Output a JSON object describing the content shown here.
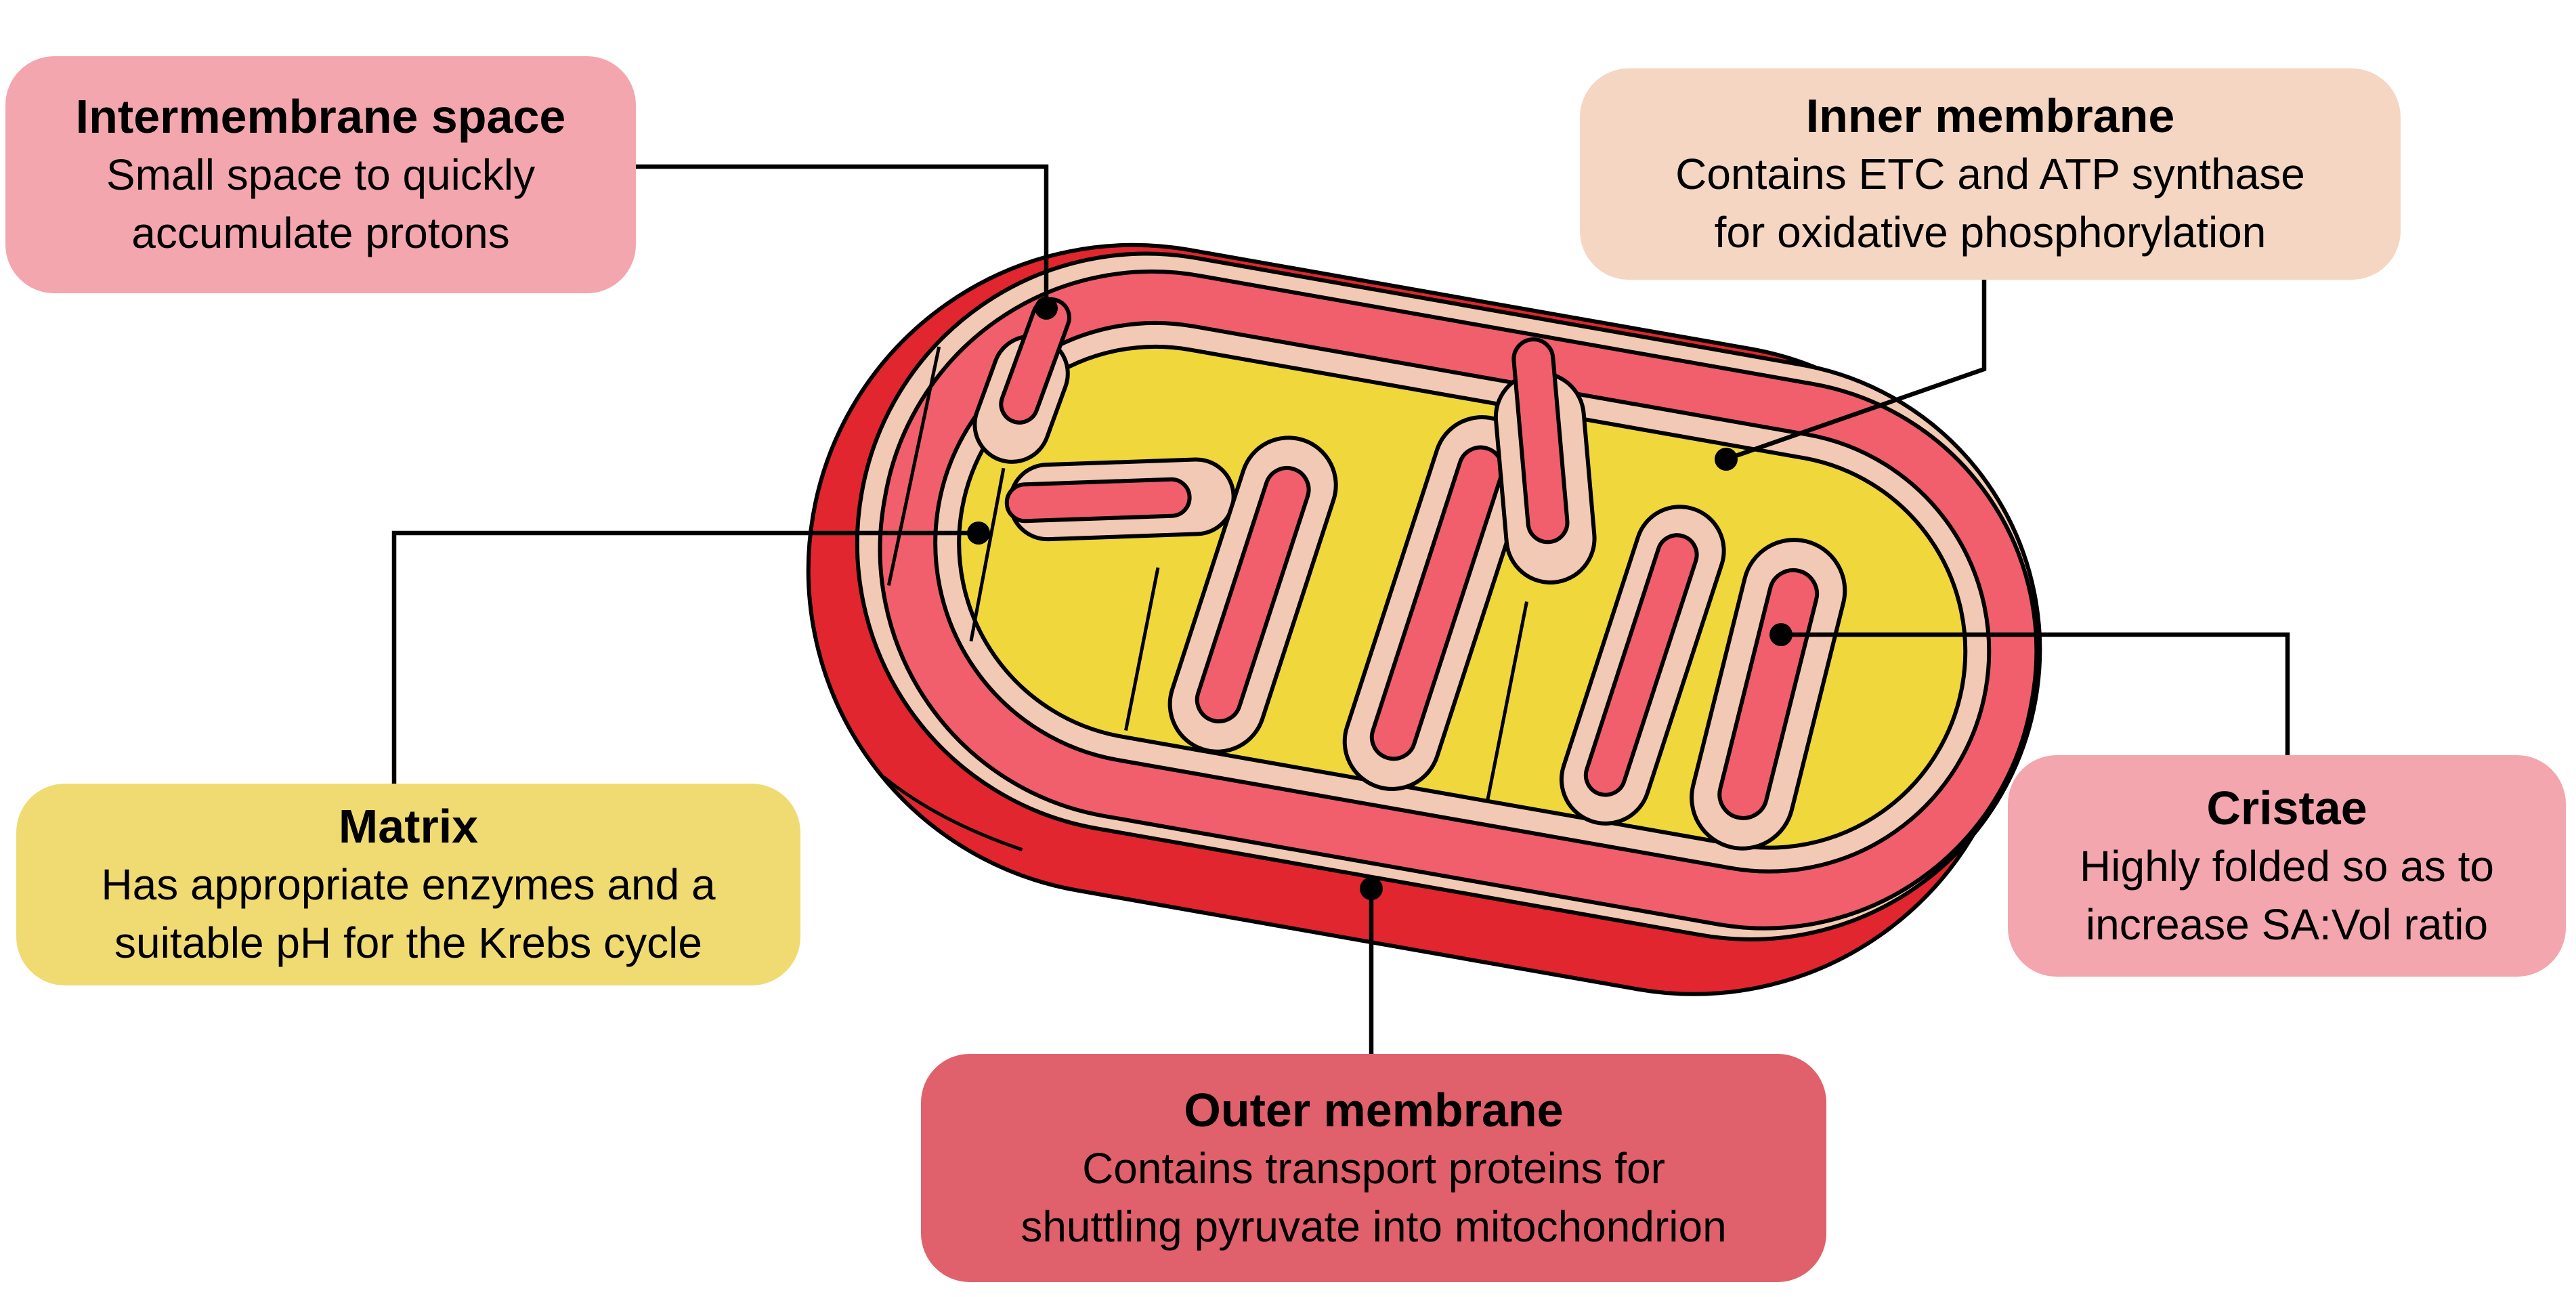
{
  "labels": {
    "intermembrane": {
      "title": "Intermembrane space",
      "line1": "Small space to quickly",
      "line2": "accumulate protons",
      "box_color": "#F3A6AE"
    },
    "inner_membrane": {
      "title": "Inner membrane",
      "line1": "Contains ETC and ATP synthase",
      "line2": "for oxidative phosphorylation",
      "box_color": "#F4D6C3"
    },
    "matrix": {
      "title": "Matrix",
      "line1": "Has appropriate enzymes and a",
      "line2": "suitable pH for the Krebs cycle",
      "box_color": "#EFDB72"
    },
    "cristae": {
      "title": "Cristae",
      "line1": "Highly folded so as to",
      "line2": "increase SA:Vol ratio",
      "box_color": "#F3A6AE"
    },
    "outer_membrane": {
      "title": "Outer membrane",
      "line1": "Contains transport proteins for",
      "line2": "shuttling pyruvate into mitochondrion",
      "box_color": "#E0616B"
    }
  },
  "illustration": {
    "outer_membrane_color": "#E2262F",
    "intermembrane_space_color": "#F05F6B",
    "membrane_edge_color": "#F2C9B4",
    "matrix_color": "#EFD73C",
    "outline_color": "#000000",
    "connector_color": "#000000"
  }
}
